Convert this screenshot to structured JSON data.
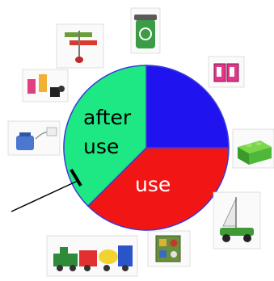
{
  "diagram": {
    "segments": [
      {
        "id": "before-use",
        "label": "",
        "color": "#1f14f0",
        "fraction": 0.25
      },
      {
        "id": "use",
        "label": "use",
        "color": "#f21515",
        "fraction": 0.375
      },
      {
        "id": "after-use",
        "label": "after use",
        "label_lines": [
          "after",
          "use"
        ],
        "color": "#1de884",
        "fraction": 0.375
      }
    ],
    "label_colors": {
      "use": "#ffffff",
      "after_use": "#000000"
    },
    "outline_color": "#3a3ad8",
    "pointer_color": "#000000"
  },
  "items": [
    {
      "name": "recycling-bin-icon",
      "color": "#2f9a3a"
    },
    {
      "name": "packaging-boxes-icon",
      "color": "#e0307a"
    },
    {
      "name": "green-brick-icon",
      "color": "#3fb62f"
    },
    {
      "name": "sailboat-car-icon",
      "color": "#3a9b2f"
    },
    {
      "name": "shape-sorter-icon",
      "color": "#6a8f3a"
    },
    {
      "name": "toy-train-icon",
      "color": "#2e8a3a"
    },
    {
      "name": "water-tank-icon",
      "color": "#4a78d0"
    },
    {
      "name": "battery-icon",
      "color": "#d84a8a"
    },
    {
      "name": "crane-sign-icon",
      "color": "#6a9e3a"
    }
  ]
}
